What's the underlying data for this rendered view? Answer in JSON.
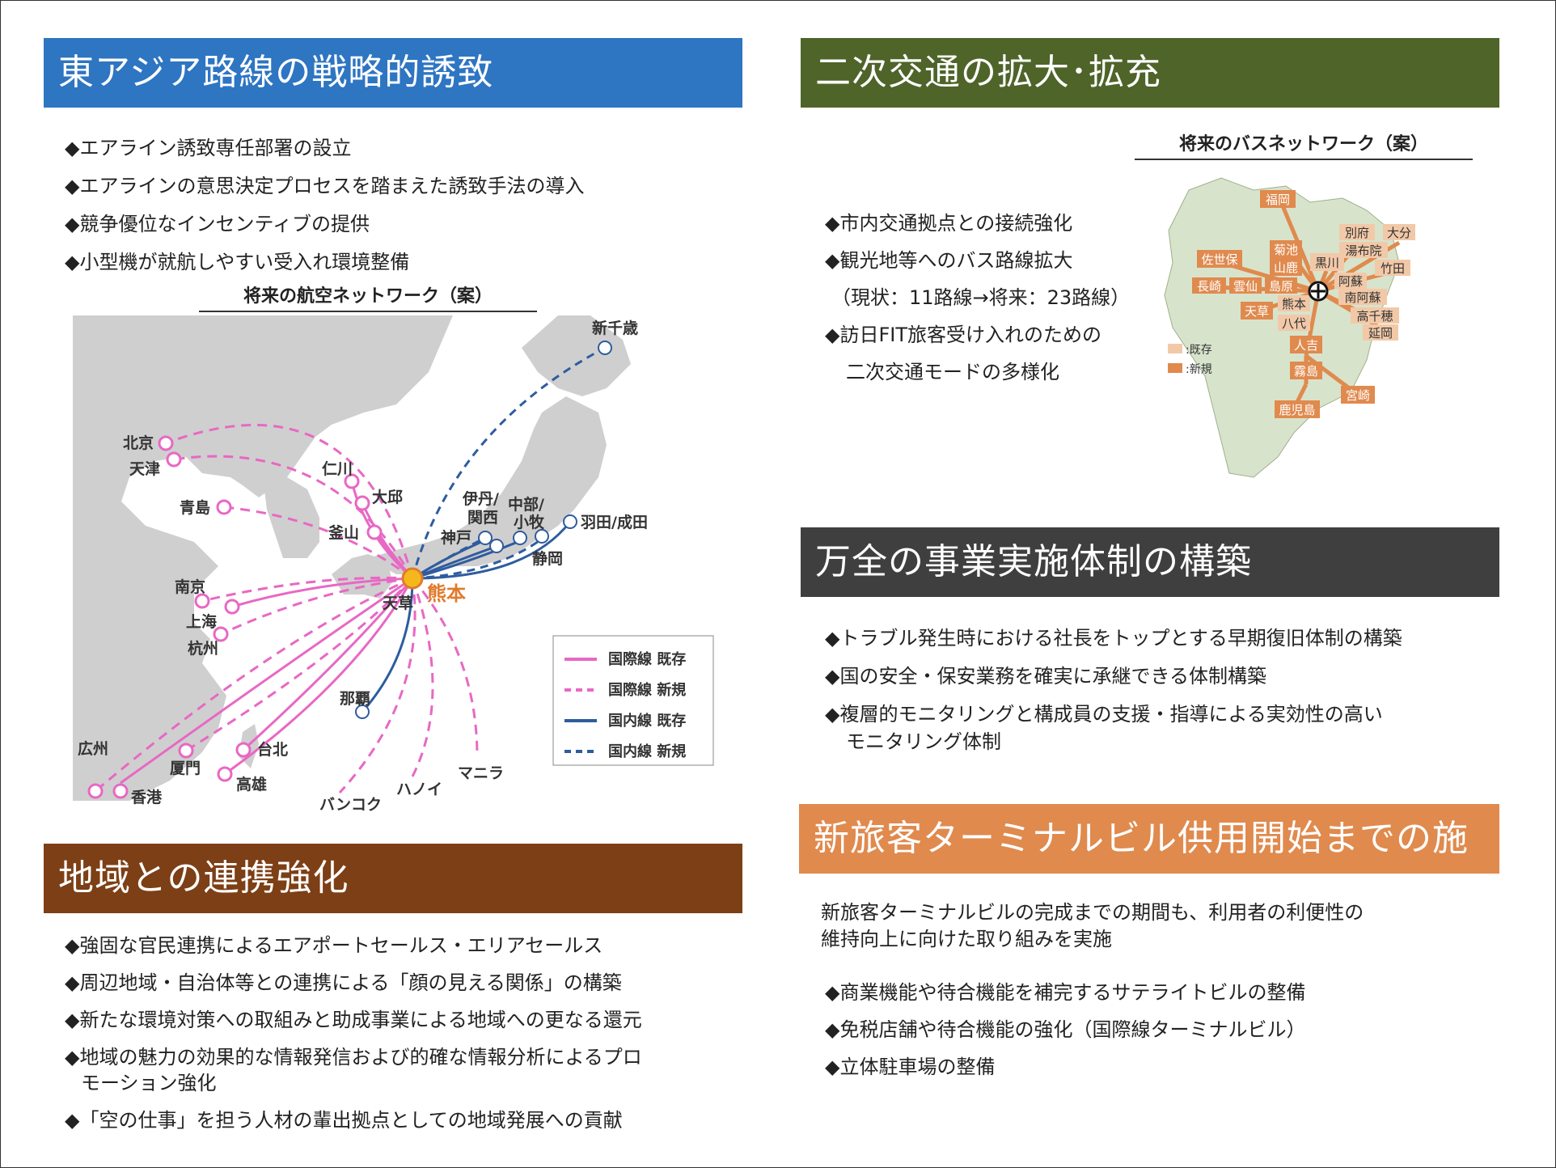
{
  "sections": {
    "east_asia": {
      "title": "東アジア路線の戦略的誘致",
      "bullets": [
        "◆エアライン誘致専任部署の設立",
        "◆エアラインの意思決定プロセスを踏まえた誘致手法の導入",
        "◆競争優位なインセンティブの提供",
        "◆小型機が就航しやすい受入れ環境整備"
      ],
      "map_title": "将来の航空ネットワーク（案）"
    },
    "secondary": {
      "title": "二次交通の拡大･拡充",
      "map_title": "将来のバスネットワーク（案）",
      "bullets": [
        "◆市内交通拠点との接続強化",
        "◆観光地等へのバス路線拡大",
        "（現状：11路線→将来：23路線）",
        "◆訪日FIT旅客受け入れのための",
        "二次交通モードの多様化"
      ]
    },
    "safety": {
      "title": "万全の事業実施体制の構築",
      "bullets": [
        "◆トラブル発生時における社長をトップとする早期復旧体制の構築",
        "◆国の安全・保安業務を確実に承継できる体制構築",
        "◆複層的モニタリングと構成員の支援・指導による実効性の高い",
        "モニタリング体制"
      ]
    },
    "regional": {
      "title": "地域との連携強化",
      "bullets": [
        "◆強固な官民連携によるエアポートセールス・エリアセールス",
        "◆周辺地域・自治体等との連携による「顔の見える関係」の構築",
        "◆新たな環境対策への取組みと助成事業による地域への更なる還元",
        "◆地域の魅力の効果的な情報発信および的確な情報分析によるプロ",
        "モーション強化",
        "◆「空の仕事」を担う人材の輩出拠点としての地域発展への貢献"
      ]
    },
    "terminal": {
      "title": "新旅客ターミナルビル供用開始までの施策",
      "intro": [
        "新旅客ターミナルビルの完成までの期間も、利用者の利便性の",
        "維持向上に向けた取り組みを実施"
      ],
      "bullets": [
        "◆商業機能や待合機能を補完するサテライトビルの整備",
        "◆免税店舗や待合機能の強化（国際線ターミナルビル）",
        "◆立体駐車場の整備"
      ]
    }
  },
  "air_map": {
    "hub": "熊本",
    "cities": {
      "shin_chitose": "新千歳",
      "beijing": "北京",
      "tianjin": "天津",
      "qingdao": "青島",
      "incheon": "仁川",
      "daegu": "大邱",
      "busan": "釜山",
      "itami_kansai_1": "伊丹/",
      "itami_kansai_2": "関西",
      "kobe": "神戸",
      "chubu_1": "中部/",
      "chubu_2": "小牧",
      "shizuoka": "静岡",
      "haneda": "羽田/成田",
      "amakusa": "天草",
      "nanjing": "南京",
      "shanghai": "上海",
      "hangzhou": "杭州",
      "naha": "那覇",
      "guangzhou": "広州",
      "hongkong": "香港",
      "xiamen": "厦門",
      "taipei": "台北",
      "kaohsiung": "高雄",
      "bangkok": "バンコク",
      "hanoi": "ハノイ",
      "manila": "マニラ"
    },
    "legend": [
      "国際線 既存",
      "国際線 新規",
      "国内線 既存",
      "国内線 新規"
    ],
    "colors": {
      "intl": "#e868c4",
      "dom": "#2e5c9e",
      "land": "#cfcfcf"
    }
  },
  "bus_map": {
    "stops": {
      "fukuoka": "福岡",
      "kikuchi": "菊池",
      "yamaga": "山鹿",
      "kurokawa": "黒川",
      "beppu": "別府",
      "yufuin": "湯布院",
      "oita": "大分",
      "taketa": "竹田",
      "aso": "阿蘇",
      "minamiaso": "南阿蘇",
      "takachiho": "高千穂",
      "nobeoka": "延岡",
      "sasebo": "佐世保",
      "nagasaki": "長崎",
      "unzen": "雲仙",
      "shimabara": "島原",
      "kumamoto": "熊本",
      "amakusa": "天草",
      "yatsushiro": "八代",
      "hitoyoshi": "人吉",
      "kirishima": "霧島",
      "miyazaki": "宮崎",
      "kagoshima": "鹿児島"
    },
    "legend": [
      ":既存",
      ":新規"
    ],
    "colors": {
      "existing": "#f2c9a8",
      "new": "#e08a4e"
    }
  },
  "colors": {
    "east_asia": "#2e75c2",
    "secondary": "#4e6429",
    "safety": "#3f3f3f",
    "regional": "#7d3f15",
    "terminal": "#e08a4e"
  }
}
